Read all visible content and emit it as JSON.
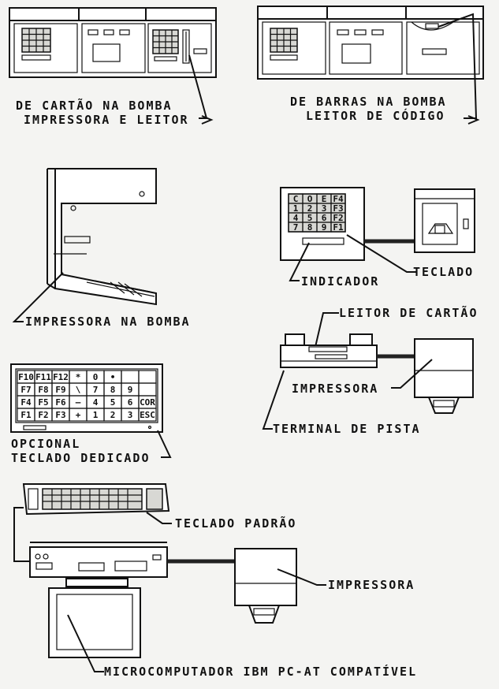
{
  "labels": {
    "bomba1_line1": "IMPRESSORA E LEITOR",
    "bomba1_line2": "DE CARTÃO NA BOMBA",
    "bomba2_line1": "LEITOR DE CÓDIGO",
    "bomba2_line2": "DE BARRAS NA BOMBA",
    "impressora_bomba": "IMPRESSORA NA BOMBA",
    "indicador": "INDICADOR",
    "teclado": "TECLADO",
    "leitor_cartao": "LEITOR DE CARTÃO",
    "impressora_terminal": "IMPRESSORA",
    "terminal_pista": "TERMINAL DE PISTA",
    "teclado_dedicado_line1": "TECLADO DEDICADO",
    "teclado_dedicado_line2": "OPCIONAL",
    "teclado_padrao": "TECLADO PADRÃO",
    "impressora_pc": "IMPRESSORA",
    "microcomputador": "MICROCOMPUTADOR IBM PC-AT COMPATÍVEL"
  },
  "keypad_small": {
    "rows": [
      [
        "C",
        "O",
        "E",
        "F4"
      ],
      [
        "1",
        "2",
        "3",
        "F3"
      ],
      [
        "4",
        "5",
        "6",
        "F2"
      ],
      [
        "7",
        "8",
        "9",
        "F1"
      ]
    ]
  },
  "keyboard_dedicado": {
    "rows": [
      [
        "F10",
        "F11",
        "F12",
        "*",
        "0",
        "•",
        "",
        ""
      ],
      [
        "F7",
        "F8",
        "F9",
        "\\",
        "7",
        "8",
        "9",
        ""
      ],
      [
        "F4",
        "F5",
        "F6",
        "—",
        "4",
        "5",
        "6",
        "COR"
      ],
      [
        "F1",
        "F2",
        "F3",
        "+",
        "1",
        "2",
        "3",
        "ESC"
      ]
    ]
  }
}
